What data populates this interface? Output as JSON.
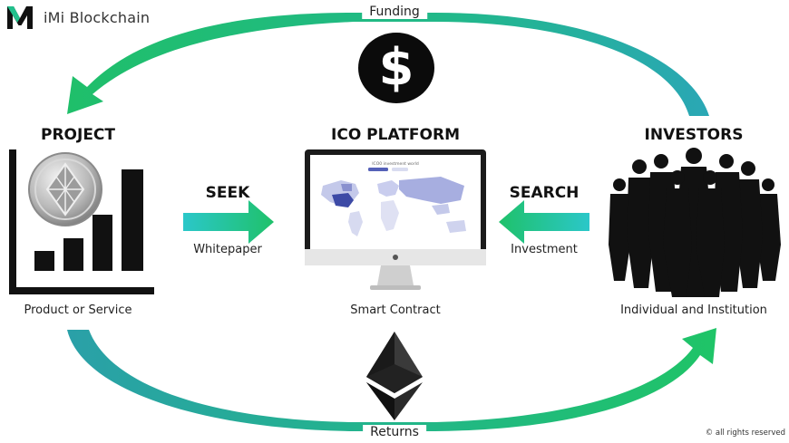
{
  "brand": {
    "name": "iMi Blockchain"
  },
  "cycle": {
    "top_label": "Funding",
    "bottom_label": "Returns"
  },
  "nodes": {
    "project": {
      "title": "PROJECT",
      "caption": "Product or Service"
    },
    "platform": {
      "title": "ICO PLATFORM",
      "caption": "Smart Contract",
      "screen_title": "ICO0 investment world"
    },
    "investors": {
      "title": "INVESTORS",
      "caption": "Individual and Institution"
    }
  },
  "flows": {
    "seek": {
      "title": "SEEK",
      "caption": "Whitepaper"
    },
    "search": {
      "title": "SEARCH",
      "caption": "Investment"
    }
  },
  "icons": {
    "dollar": "$",
    "dollar_name": "dollar-coin-icon",
    "eth_name": "ethereum-icon"
  },
  "colors": {
    "gradient_start": "#2ab38a",
    "gradient_mid": "#22c28f",
    "gradient_end": "#29b6c9",
    "dark": "#0b0b0b"
  },
  "footer": {
    "rights": "© all rights reserved"
  }
}
